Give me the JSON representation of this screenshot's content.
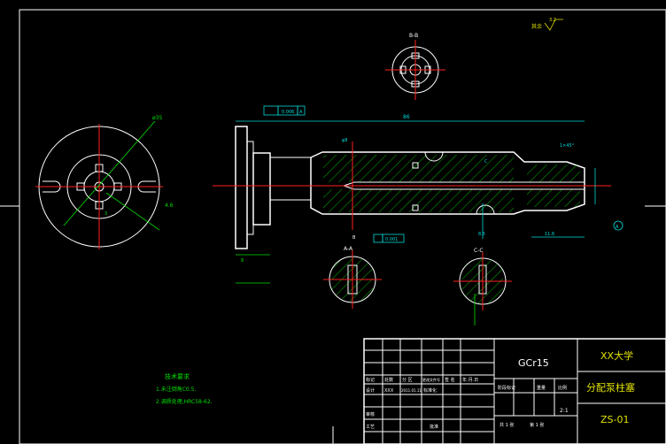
{
  "title_block": {
    "school": "XX大学",
    "part_name": "分配泵柱塞",
    "drawing_no": "ZS-01",
    "material": "GCr15",
    "scale": "2:1",
    "sheets": "共 1 张",
    "sheet_no": "第 1 张",
    "header_cells": [
      "标记",
      "处数",
      "分 区",
      "更改文件号",
      "签 名",
      "年.月.日"
    ],
    "design_row": [
      "设计",
      "XXX",
      "2011.01.11",
      "标准化"
    ],
    "stage_cols": [
      "阶段标记",
      "重量",
      "比例"
    ],
    "review_label": "审核",
    "process_label": "工艺",
    "approve_label": "批准"
  },
  "notes": {
    "heading": "技术要求",
    "lines": [
      "1.未注倒角C0.5.",
      "2.调质处理,HRC58-62."
    ]
  },
  "labels": {
    "section_bb": "B-B",
    "section_aa": "A-A",
    "section_cc": "C-C",
    "roughness_other": "其余",
    "roughness_value": "3.2",
    "tol_box": "0.006",
    "tol_ref": "A",
    "tol2": "0.001",
    "length_dim": "86",
    "dim_r35": "ø35",
    "dim_46": "4.6",
    "dim_3": "3",
    "dim_8": "8",
    "dim_chamfer": "1×45°",
    "dim_c": "C",
    "dim_r85": "8.5",
    "dim_11": "11.6",
    "dim_a": "A",
    "dim_b": "B",
    "dim_phi": "φ8"
  }
}
